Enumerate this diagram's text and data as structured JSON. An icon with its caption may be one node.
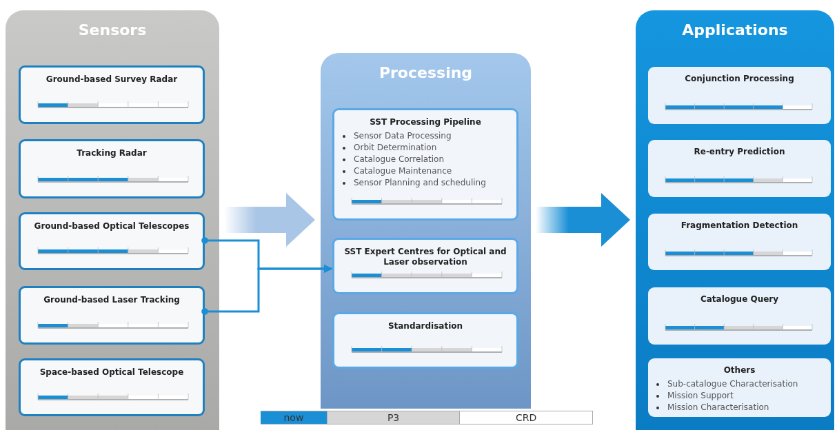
{
  "diagram": {
    "nodes": [
      {
        "text": [
          "Sensors"
        ]
      },
      {
        "text": [
          "Ground-based Survey Radar"
        ],
        "in": 0
      },
      {
        "text": [
          "Tracking Radar"
        ],
        "in": 0
      },
      {
        "text": [
          "Ground-based Optical Telescopes"
        ],
        "in": 0
      },
      {
        "text": [
          "Ground-based Laser Tracking"
        ],
        "in": 0
      },
      {
        "text": [
          "Space-based Optical Telescope"
        ],
        "in": 0
      },
      {
        "text": [
          "Processing"
        ]
      },
      {
        "text": [
          "SST Processing Pipeline",
          "Sensor Data Processing",
          "Orbit Determination",
          "Catalogue Correlation",
          "Catalogue Maintenance",
          "Sensor Planning and scheduling"
        ],
        "in": 6
      },
      {
        "text": [
          "SST Expert Centres for Optical and Laser observation"
        ],
        "in": 6
      },
      {
        "text": [
          "Standardisation"
        ],
        "in": 6
      },
      {
        "text": [
          "Applications"
        ]
      },
      {
        "text": [
          "Conjunction Processing"
        ],
        "in": 10
      },
      {
        "text": [
          "Re-entry Prediction"
        ],
        "in": 10
      },
      {
        "text": [
          "Fragmentation Detection"
        ],
        "in": 10
      },
      {
        "text": [
          "Catalogue Query"
        ],
        "in": 10
      },
      {
        "text": [
          "Others",
          "Sub-catalogue Characterisation",
          "Mission Support",
          "Mission Characterisation"
        ],
        "in": 10
      }
    ],
    "edges": [
      {
        "from": 0,
        "to": 6,
        "arrow": "to",
        "style": "thick",
        "color": "#a9c6e6"
      },
      {
        "from": 6,
        "to": 10,
        "arrow": "to",
        "style": "thick"
      },
      {
        "from": 3,
        "to": 8,
        "arrow": "to"
      },
      {
        "from": 4,
        "to": 8,
        "arrow": "to"
      }
    ],
    "legend": [
      {
        "text": "now",
        "color": "#1a8fd6"
      },
      {
        "text": "P3",
        "color": "#d6d6d6"
      },
      {
        "text": "CRD",
        "color": "#ffffff"
      }
    ]
  }
}
